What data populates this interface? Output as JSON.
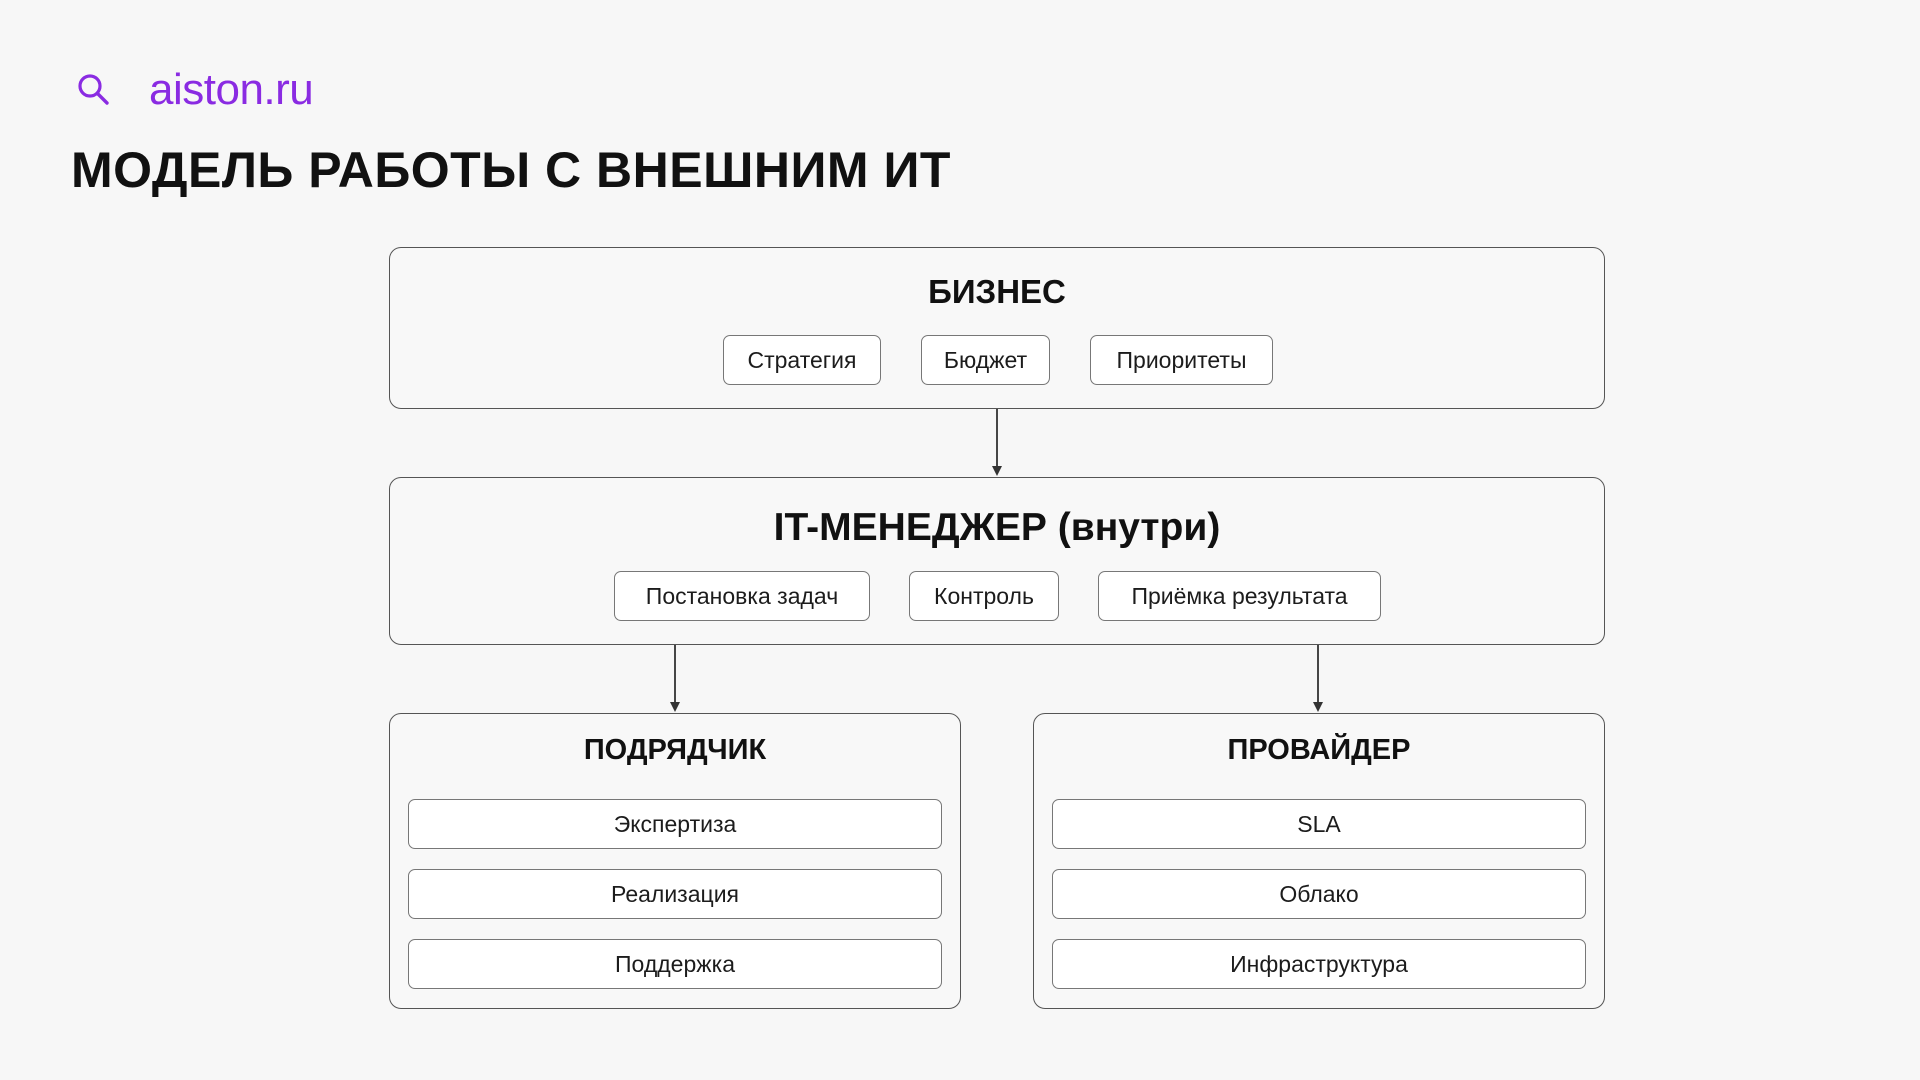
{
  "header": {
    "brand": "aiston.ru",
    "brand_icon": "search-icon",
    "brand_color": "#8a2be2",
    "title": "МОДЕЛЬ РАБОТЫ С ВНЕШНИМ ИТ"
  },
  "diagram": {
    "business": {
      "title": "БИЗНЕС",
      "items": [
        "Стратегия",
        "Бюджет",
        "Приоритеты"
      ]
    },
    "it_manager": {
      "title": "IT-МЕНЕДЖЕР (внутри)",
      "items": [
        "Постановка задач",
        "Контроль",
        "Приёмка результата"
      ]
    },
    "contractor": {
      "title": "ПОДРЯДЧИК",
      "items": [
        "Экспертиза",
        "Реализация",
        "Поддержка"
      ]
    },
    "provider": {
      "title": "ПРОВАЙДЕР",
      "items": [
        "SLA",
        "Облако",
        "Инфраструктура"
      ]
    },
    "edges": [
      {
        "from": "business",
        "to": "it_manager"
      },
      {
        "from": "it_manager",
        "to": "contractor"
      },
      {
        "from": "it_manager",
        "to": "provider"
      }
    ]
  }
}
